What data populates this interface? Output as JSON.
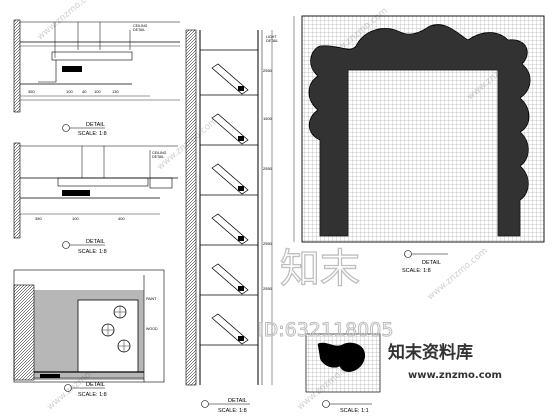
{
  "detail_labels": {
    "panel_1": {
      "detail": "DETAIL",
      "scale": "SCALE: 1:8"
    },
    "panel_2": {
      "detail": "DETAIL",
      "scale": "SCALE: 1:8"
    },
    "panel_3": {
      "detail": "DETAIL",
      "scale": "SCALE: 1:8"
    },
    "panel_4": {
      "detail": "DETAIL",
      "scale": "SCALE: 1:8"
    },
    "panel_5": {
      "detail": "DETAIL",
      "scale": "SCALE: 1:8"
    },
    "panel_6": {
      "scale": "SCALE: 1:1"
    }
  },
  "dimensions": {
    "panel_1": [
      "350",
      "100",
      "40",
      "100",
      "130"
    ],
    "panel_2": [
      "350",
      "100",
      "400"
    ],
    "panel_4": [
      "2550",
      "1500",
      "2550"
    ],
    "panel_5": [
      "2550",
      "2550"
    ]
  },
  "watermark": {
    "logo_text": "知末",
    "id_text": "ID:632118005",
    "brand": "知末资料库",
    "url": "www.znzmo.com",
    "diagonal": "www.znzmo.com"
  },
  "colors": {
    "line": "#000000",
    "grid": "#8a8a8a",
    "watermark": "#bfbfbf"
  }
}
